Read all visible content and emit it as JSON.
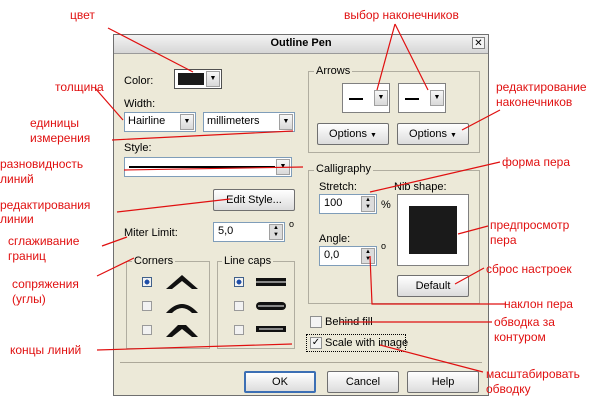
{
  "dialog": {
    "title": "Outline Pen",
    "close_glyph": "✕",
    "color_label": "Color:",
    "color_value": "#1a1a1a",
    "width_label": "Width:",
    "width_value": "Hairline",
    "units_value": "millimeters",
    "style_label": "Style:",
    "edit_style_label": "Edit Style...",
    "miter_label": "Miter Limit:",
    "miter_value": "5,0",
    "miter_unit": "o",
    "corners_label": "Corners",
    "linecaps_label": "Line caps",
    "arrows_label": "Arrows",
    "options_label": "Options",
    "calligraphy_label": "Calligraphy",
    "stretch_label": "Stretch:",
    "stretch_value": "100",
    "stretch_unit": "%",
    "angle_label": "Angle:",
    "angle_value": "0,0",
    "angle_unit": "o",
    "nib_label": "Nib shape:",
    "default_label": "Default",
    "behind_fill_label": "Behind fill",
    "scale_label": "Scale with image",
    "ok_label": "OK",
    "cancel_label": "Cancel",
    "help_label": "Help"
  },
  "annotations": {
    "color": "цвет",
    "arrows_select": "выбор наконечников",
    "thickness": "толщина",
    "arrows_edit_1": "редактирование",
    "arrows_edit_2": "наконечников",
    "units_1": "единицы",
    "units_2": "измерения",
    "line_kind_1": "разновидность",
    "line_kind_2": "линий",
    "pen_shape": "форма пера",
    "edit_line_1": "редактирования",
    "edit_line_2": "линии",
    "preview_1": "предпросмотр",
    "preview_2": "пера",
    "smoothing_1": "сглаживание",
    "smoothing_2": "границ",
    "reset": "сброс настроек",
    "joins_1": "сопряжения",
    "joins_2": "(углы)",
    "pen_angle": "наклон пера",
    "behind_1": "обводка за",
    "behind_2": "контуром",
    "line_ends": "концы линий",
    "scale_1": "масштабировать",
    "scale_2": "обводку"
  },
  "colors": {
    "annotation": "#e01010",
    "dialog_bg": "#ece9d8",
    "nib": "#1a1a1a"
  }
}
